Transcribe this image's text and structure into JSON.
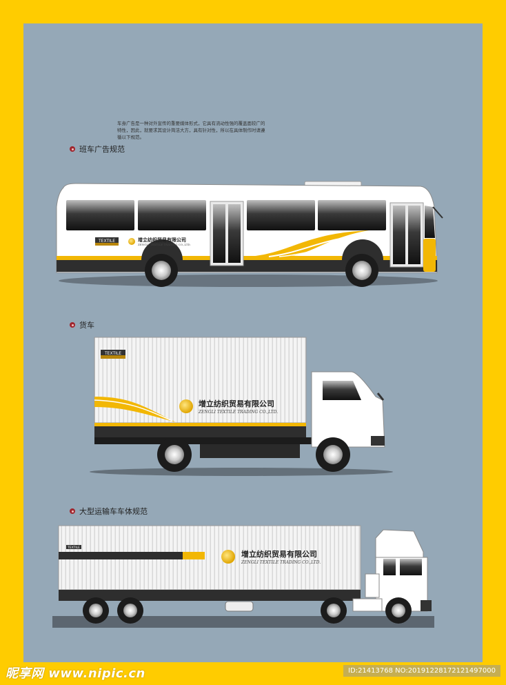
{
  "sections": {
    "bus_title": "班车广告规范",
    "truck_title": "货车",
    "trailer_title": "大型运输车车体规范"
  },
  "intro": "车身广告是一种对外宣传的重要媒体形式，它具有流动性强的覆盖面较广的特性，因此，就要求其设计简洁大方，具有针对性，所以在具体制作时请遵循以下规范。",
  "brand": {
    "tag": "TEXTILE",
    "company_cn": "增立纺织贸易有限公司",
    "company_en": "ZENGLI TEXTILE TRADING CO.,LTD."
  },
  "colors": {
    "background": "#95A8B7",
    "frame": "#FFCC00",
    "accent": "#F2B705",
    "body": "#FFFFFF",
    "dark": "#2A2A2A"
  },
  "watermark": {
    "site": "昵享网 www.nipic.cn",
    "id": "ID:21413768 NO:20191228172121497000"
  }
}
